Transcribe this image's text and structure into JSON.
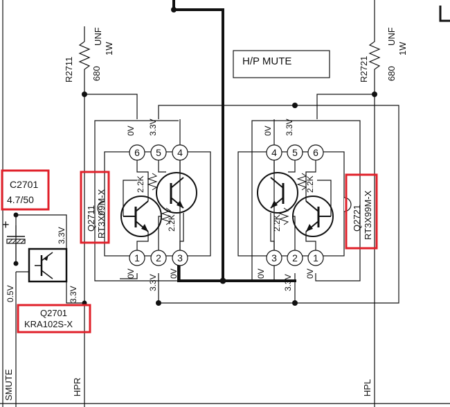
{
  "colors": {
    "line": "#111111",
    "highlight": "#e0202a",
    "background": "#ffffff"
  },
  "resistors": {
    "r2711": {
      "ref": "R2711",
      "value": "680",
      "type": "UNF",
      "power": "1W"
    },
    "r2721": {
      "ref": "R2721",
      "value": "680",
      "type": "UNF",
      "power": "1W"
    }
  },
  "mute_box": {
    "label": "H/P MUTE"
  },
  "capacitor": {
    "ref": "C2701",
    "value": "4.7/50",
    "plus": "+"
  },
  "q2701": {
    "ref": "Q2701",
    "part": "KRA102S-X",
    "v_left": "0.5V",
    "v_top": "3.3V",
    "v_bottom": "3.3V"
  },
  "q2711": {
    "ref": "Q2711",
    "part": "RT3X99M-X",
    "pins_top": [
      "6",
      "5",
      "4"
    ],
    "pins_bottom": [
      "1",
      "2",
      "3"
    ],
    "v_top": [
      "0V",
      "3.3V"
    ],
    "v_bottom": [
      "0V",
      "3.3V",
      "0V"
    ],
    "resistors": [
      "2.2K",
      "2.2K"
    ]
  },
  "q2721": {
    "ref": "Q2721",
    "part": "RT3X99M-X",
    "pins_top": [
      "4",
      "5",
      "6"
    ],
    "pins_bottom": [
      "3",
      "2",
      "1"
    ],
    "v_top": [
      "0V",
      "3.3V"
    ],
    "v_bottom": [
      "0V",
      "3.3V",
      "0V"
    ],
    "resistors": [
      "2.2K",
      "2.2K"
    ]
  },
  "signals": {
    "smute": "SMUTE",
    "hpr": "HPR",
    "hpl": "HPL"
  }
}
